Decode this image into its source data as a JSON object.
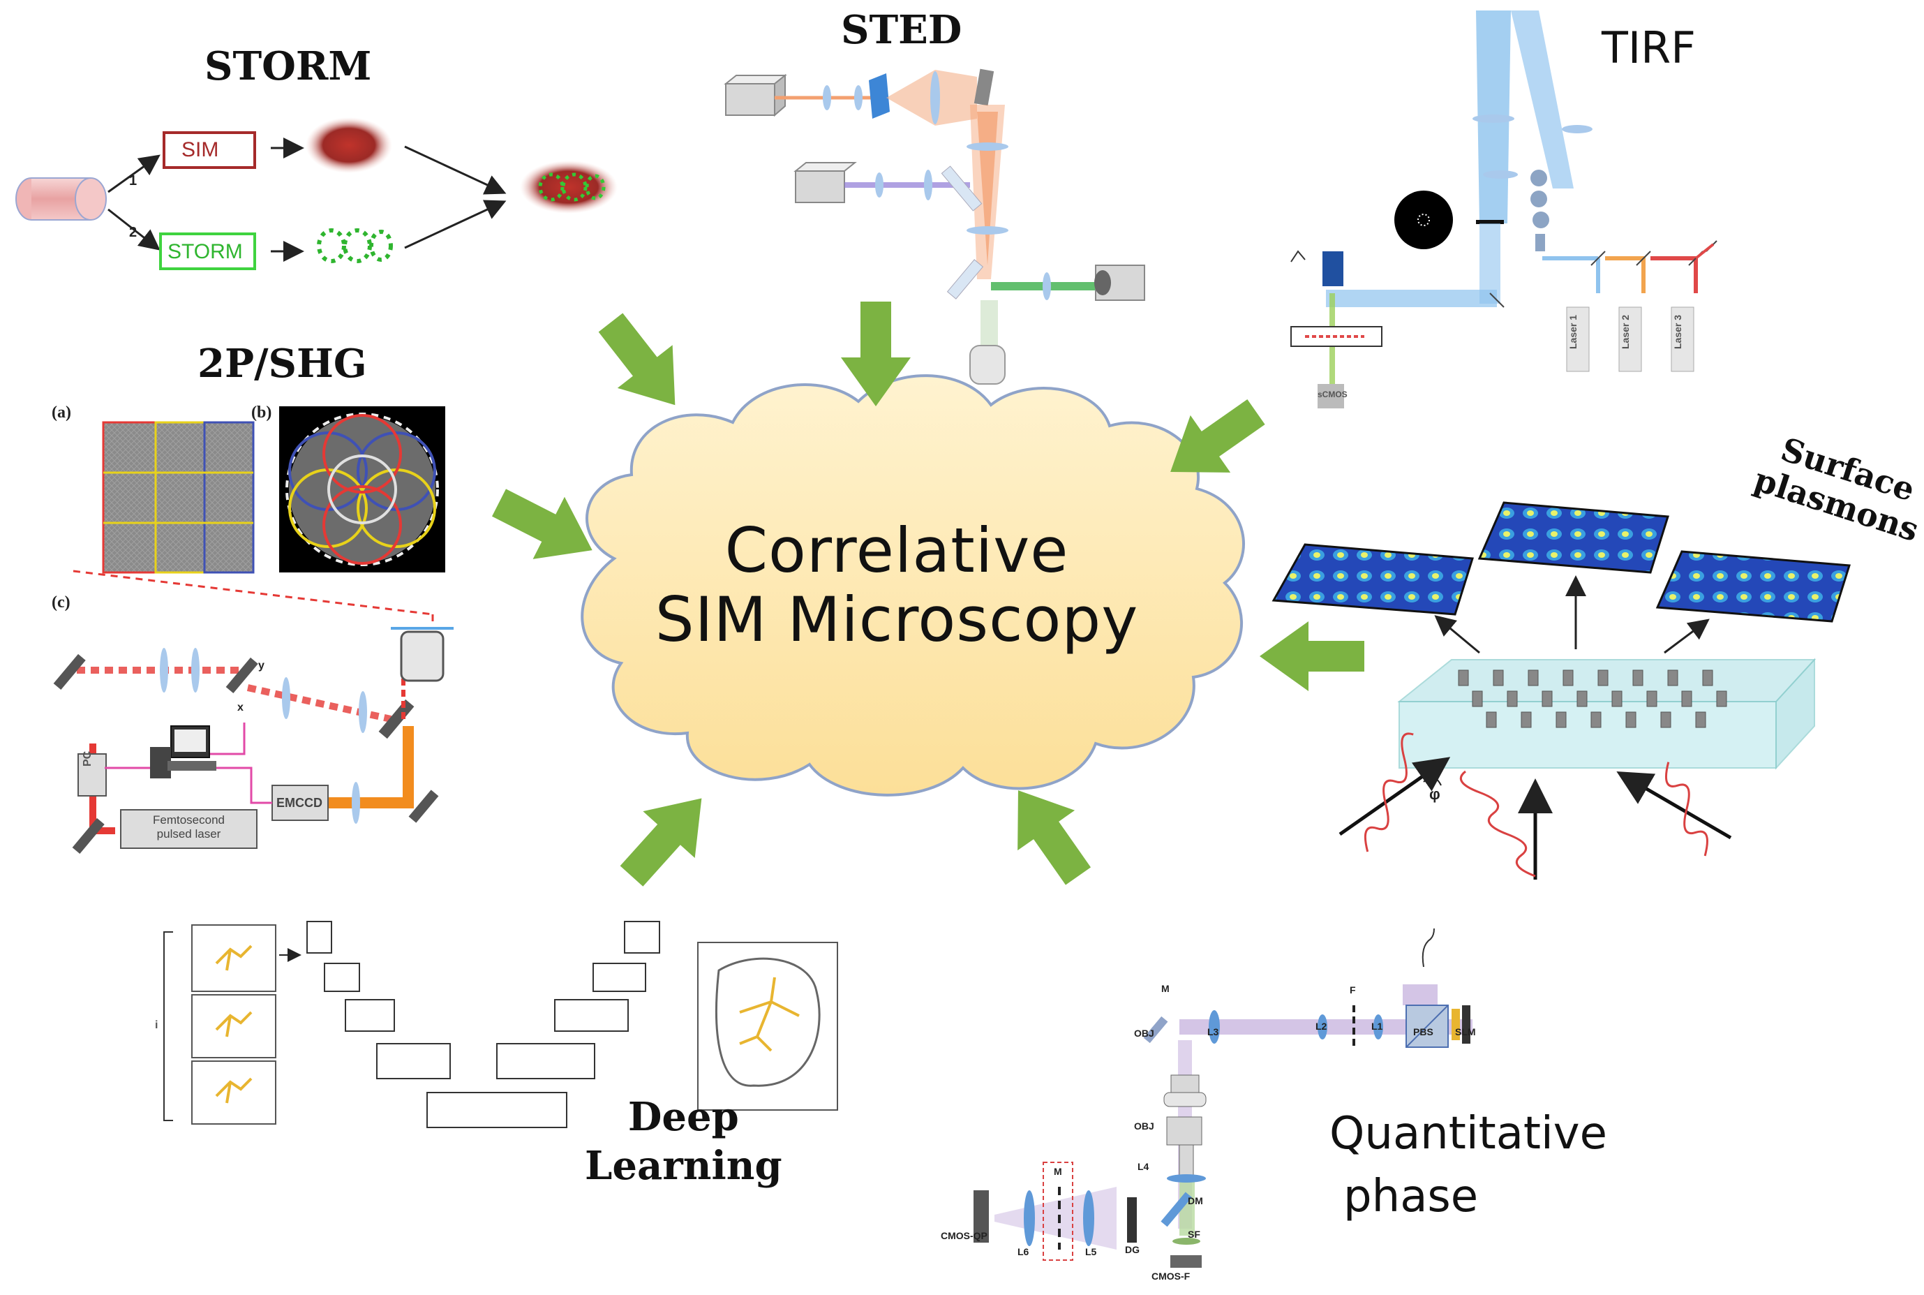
{
  "center": {
    "line1": "Correlative",
    "line2": "SIM Microscopy"
  },
  "techniques": {
    "storm": {
      "title": "STORM",
      "box_sim": "SIM",
      "box_storm": "STORM",
      "path1": "1",
      "path2": "2"
    },
    "sted": {
      "title": "STED"
    },
    "tirf": {
      "title": "TIRF",
      "laser1": "Laser 1",
      "laser2": "Laser 2",
      "laser3": "Laser 3",
      "camera": "sCMOS"
    },
    "twop": {
      "title": "2P/SHG",
      "panel_a": "(a)",
      "panel_b": "(b)",
      "panel_c": "(c)",
      "detector": "EMCCD",
      "laser_line1": "Femtosecond",
      "laser_line2": "pulsed laser",
      "pc": "PC",
      "label_y": "y",
      "label_x": "x"
    },
    "surface": {
      "title_line1": "Surface",
      "title_line2": "plasmons",
      "phi": "φ"
    },
    "deep": {
      "title_line1": "Deep",
      "title_line2": "Learning",
      "bracket_label": "i"
    },
    "qpi": {
      "title_line1": "Quantitative",
      "title_line2": "phase",
      "labels": {
        "M_top": "M",
        "OBJ1": "OBJ",
        "L3": "L3",
        "L2": "L2",
        "L1": "L1",
        "PBS": "PBS",
        "SLM": "SLM",
        "F": "F",
        "OBJ2": "OBJ",
        "L4": "L4",
        "DM": "DM",
        "SF": "SF",
        "CMOS_F": "CMOS-F",
        "CMOS_QP": "CMOS-QP",
        "L6": "L6",
        "L5": "L5",
        "DG": "DG",
        "M_box": "M"
      }
    }
  },
  "colors": {
    "arrow_green": "#7cb342",
    "cloud_fill": "#fde7ad",
    "cloud_stroke": "#8fa3c8",
    "storm_green": "#3fd33f",
    "sim_red": "#a52a2a",
    "laser_orange": "#f28c1e",
    "laser_red": "#e53935",
    "tirf_blue": "#5aa7e6",
    "plasmon_blue": "#2f58c8"
  }
}
